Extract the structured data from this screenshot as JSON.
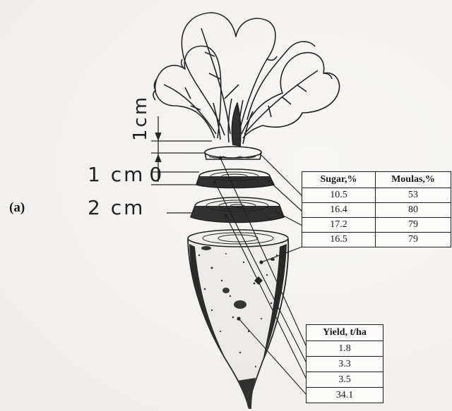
{
  "labels": {
    "panel": "(a)",
    "vertical_measure": "1cm",
    "slice_1": "1 cm",
    "slice_1_suffix": "0",
    "slice_2": "2 cm"
  },
  "sugar_table": {
    "headers": [
      "Sugar,%",
      "Moulas,%"
    ],
    "rows": [
      [
        "10.5",
        "53"
      ],
      [
        "16.4",
        "80"
      ],
      [
        "17.2",
        "79"
      ],
      [
        "16.5",
        "79"
      ]
    ]
  },
  "yield_table": {
    "header": "Yield, t/ha",
    "rows": [
      "1.8",
      "3.3",
      "3.5",
      "34.1"
    ]
  },
  "colors": {
    "ink": "#1a1a1a",
    "paper": "#f7f6f4"
  }
}
